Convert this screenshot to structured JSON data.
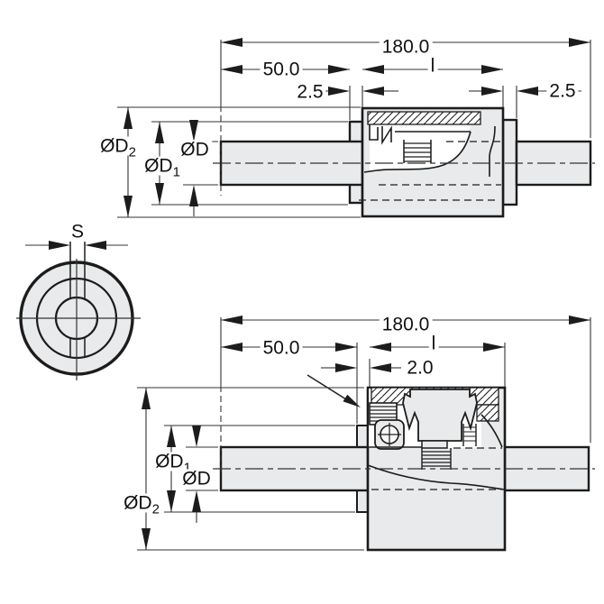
{
  "drawing_title": "shaft-coupling-technical-drawing",
  "colors": {
    "background": "#ffffff",
    "outline": "#1c1c1c",
    "dimension": "#333333",
    "part_fill": "#e8eaec"
  },
  "top_view": {
    "total_length": "180.0",
    "left_shaft_length": "50.0",
    "flange_width_left": "2.5",
    "hub_length": "l",
    "flange_width_right": "2.5",
    "dia_outer": {
      "base": "ØD",
      "sub": "2"
    },
    "dia_hub": {
      "base": "ØD",
      "sub": "1"
    },
    "dia_shaft": {
      "base": "ØD",
      "sub": ""
    }
  },
  "bottom_view": {
    "total_length": "180.0",
    "left_shaft_length": "50.0",
    "ring_width": "2.0",
    "hub_length": "l",
    "dia_hub": {
      "base": "ØD",
      "sub": "1"
    },
    "dia_shaft": {
      "base": "ØD",
      "sub": ""
    },
    "dia_outer": {
      "base": "ØD",
      "sub": "2"
    }
  },
  "end_view": {
    "slot_width": "S"
  }
}
